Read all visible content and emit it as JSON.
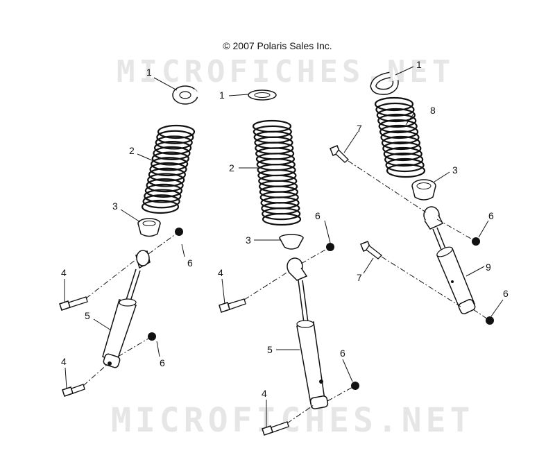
{
  "copyright": "© 2007 Polaris Sales Inc.",
  "watermark_top": "MICROFICHES.NET",
  "watermark_bottom": "MICROFICHES.NET",
  "callouts": {
    "c1a": "1",
    "c1b": "1",
    "c1c": "1",
    "c2a": "2",
    "c2b": "2",
    "c3a": "3",
    "c3b": "3",
    "c3c": "3",
    "c4a": "4",
    "c4b": "4",
    "c4c": "4",
    "c4d": "4",
    "c5a": "5",
    "c5b": "5",
    "c6a": "6",
    "c6b": "6",
    "c6c": "6",
    "c6d": "6",
    "c6e": "6",
    "c6f": "6",
    "c7a": "7",
    "c7b": "7",
    "c8": "8",
    "c9": "9"
  }
}
